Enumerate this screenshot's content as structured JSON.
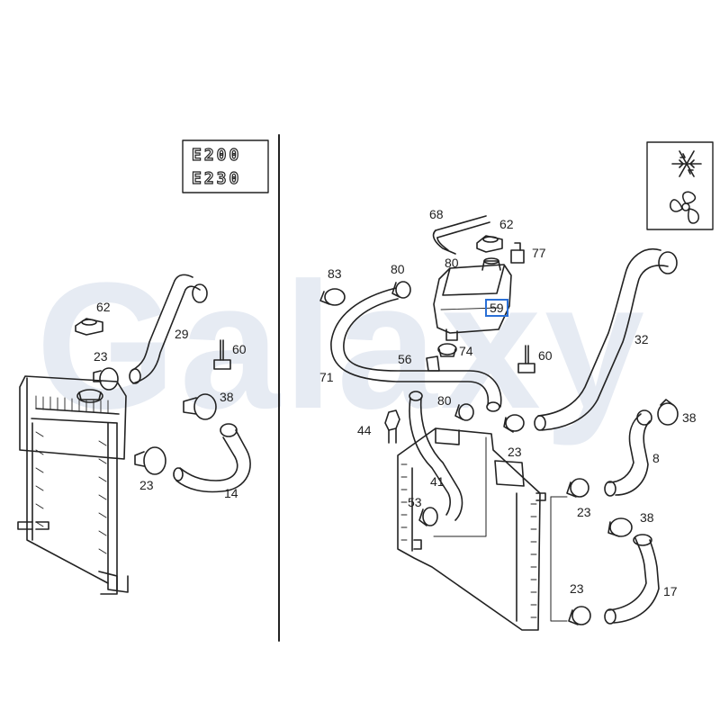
{
  "watermark": "Galaxy",
  "model_badges": [
    "E200",
    "E230"
  ],
  "icons": [
    "snowflake-icon",
    "fan-icon"
  ],
  "highlight_color": "#2a6fd6",
  "left_panel": {
    "labels": {
      "p62": "62",
      "p29": "29",
      "p60": "60",
      "p23a": "23",
      "p38": "38",
      "p23b": "23",
      "p14": "14"
    }
  },
  "right_panel": {
    "labels": {
      "p68": "68",
      "p62": "62",
      "p77": "77",
      "p83": "83",
      "p80a": "80",
      "p80b": "80",
      "p59": "59",
      "p32": "32",
      "p56": "56",
      "p74": "74",
      "p60": "60",
      "p71": "71",
      "p80c": "80",
      "p38a": "38",
      "p44": "44",
      "p23a": "23",
      "p8": "8",
      "p41": "41",
      "p53": "53",
      "p23b": "23",
      "p38b": "38",
      "p23c": "23",
      "p17": "17"
    }
  }
}
